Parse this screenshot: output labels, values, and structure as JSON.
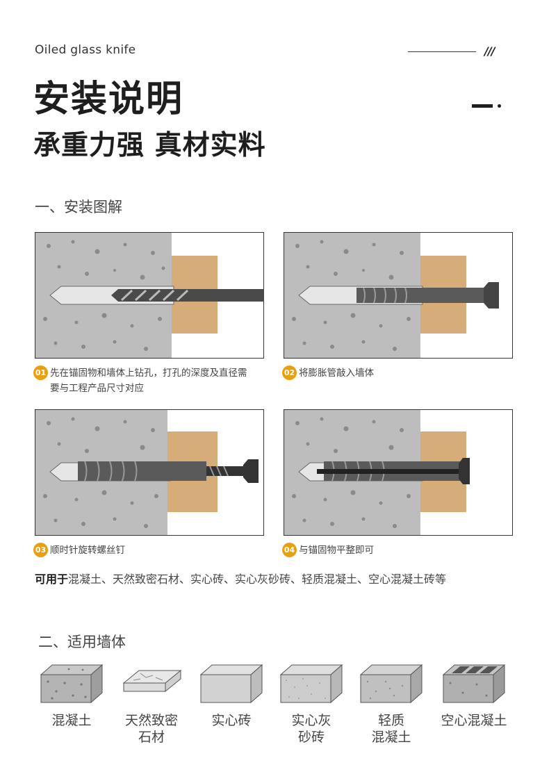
{
  "header": {
    "brand": "Oiled glass knife",
    "deco_slash": "///",
    "title": "安装说明",
    "subtitle": "承重力强 真材实料"
  },
  "section1": {
    "heading": "一、安装图解",
    "steps": [
      {
        "num": "01",
        "text_line1": "先在锚固物和墙体上钻孔，打孔的深度及直径需",
        "text_line2": "要与工程产品尺寸对应"
      },
      {
        "num": "02",
        "text_line1": "将膨胀管敲入墙体",
        "text_line2": ""
      },
      {
        "num": "03",
        "text_line1": "顺时针旋转螺丝钉",
        "text_line2": ""
      },
      {
        "num": "04",
        "text_line1": "与锚固物平整即可",
        "text_line2": ""
      }
    ],
    "usage_label": "可用于",
    "usage_text": "混凝土、天然致密石材、实心砖、实心灰砂砖、轻质混凝土、空心混凝土砖等"
  },
  "section2": {
    "heading": "二、适用墙体",
    "walls": [
      {
        "line1": "混凝土",
        "line2": ""
      },
      {
        "line1": "天然致密",
        "line2": "石材"
      },
      {
        "line1": "实心砖",
        "line2": ""
      },
      {
        "line1": "实心灰",
        "line2": "砂砖"
      },
      {
        "line1": "轻质",
        "line2": "混凝土"
      },
      {
        "line1": "空心混凝土",
        "line2": ""
      }
    ]
  },
  "colors": {
    "accent": "#e8a010",
    "concrete": "#b8b8b8",
    "wood": "#d6ad78",
    "tool": "#555555"
  }
}
